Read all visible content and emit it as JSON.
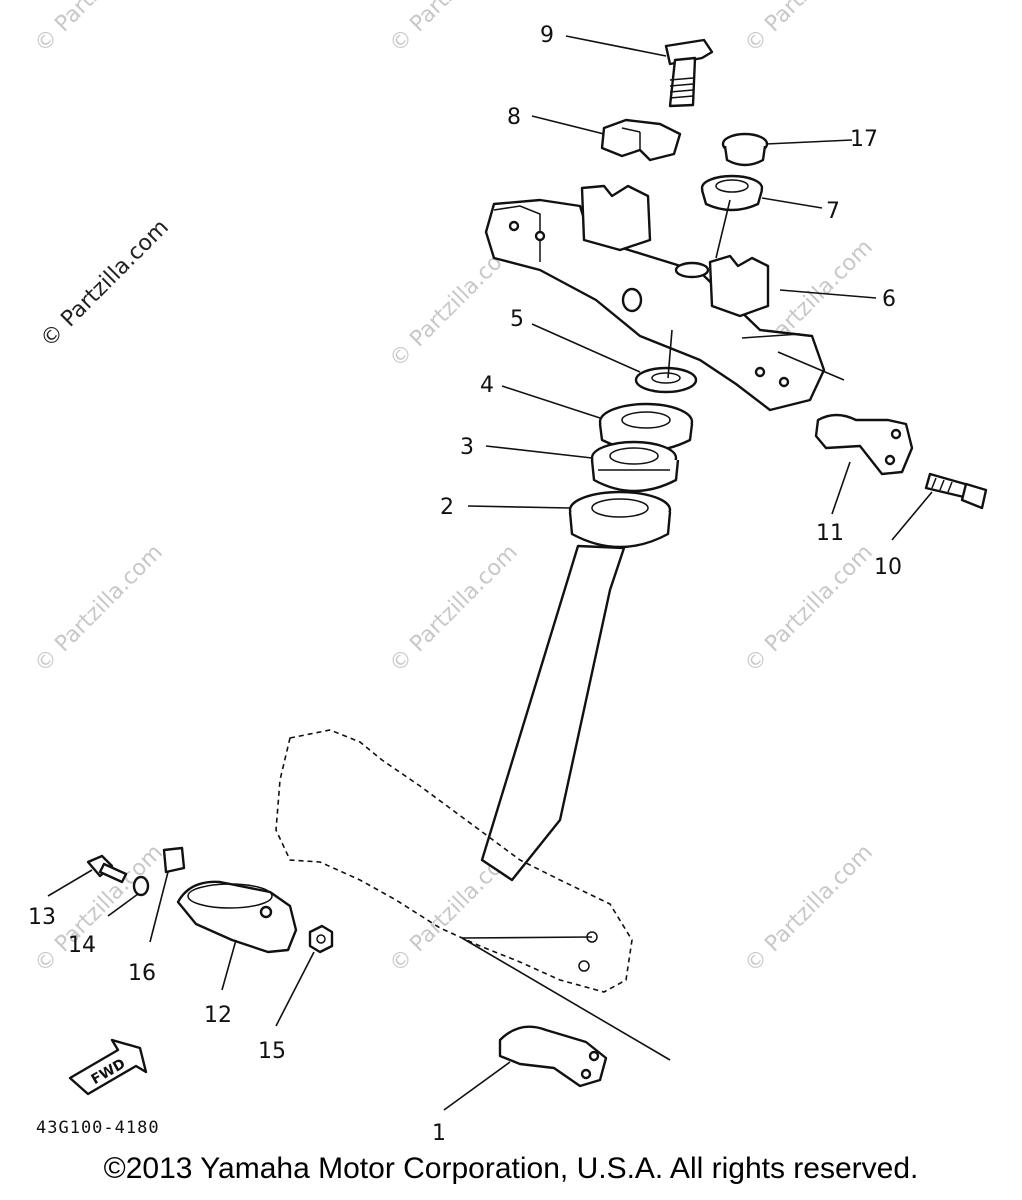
{
  "watermarks": {
    "main": "© Partzilla.com",
    "faded": "© Partzilla.com"
  },
  "callouts": {
    "c1": "1",
    "c2": "2",
    "c3": "3",
    "c4": "4",
    "c5": "5",
    "c6": "6",
    "c7": "7",
    "c8": "8",
    "c9": "9",
    "c10": "10",
    "c11": "11",
    "c12": "12",
    "c13": "13",
    "c14": "14",
    "c15": "15",
    "c16": "16",
    "c17": "17"
  },
  "fwd_label": "FWD",
  "part_code": "43G100-4180",
  "copyright": "©2013 Yamaha Motor Corporation, U.S.A. All rights reserved."
}
